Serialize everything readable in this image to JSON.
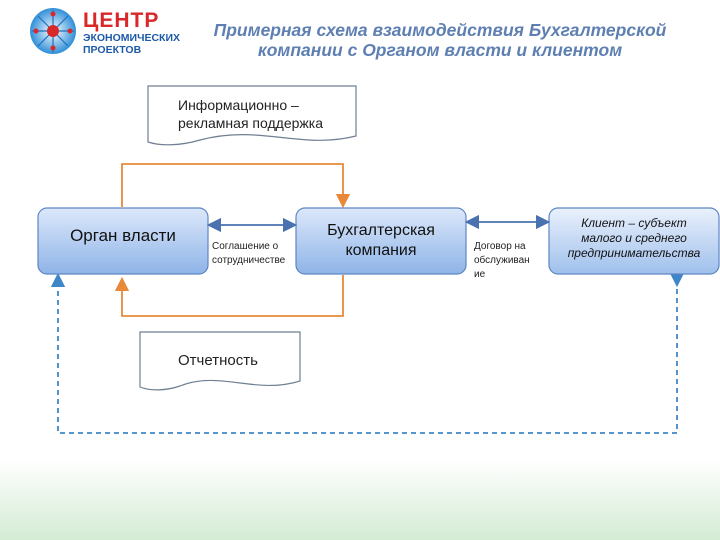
{
  "logo": {
    "word": "ЦЕНТР",
    "sub_line1": "ЭКОНОМИЧЕСКИХ",
    "sub_line2": "ПРОЕКТОВ"
  },
  "title": {
    "line1": "Примерная схема взаимодействия Бухгалтерской",
    "line2": "компании с Органом власти и клиентом"
  },
  "documents": {
    "info_support_line1": "Информационно –",
    "info_support_line2": "рекламная поддержка",
    "reporting": "Отчетность"
  },
  "boxes": {
    "authority": "Орган власти",
    "company_line1": "Бухгалтерская",
    "company_line2": "компания",
    "client_line1": "Клиент – субъект",
    "client_line2": "малого и среднего",
    "client_line3": "предпринимательства"
  },
  "links": {
    "agreement_line1": "Соглашение о",
    "agreement_line2": "сотрудничестве",
    "contract_line1": "Договор на",
    "contract_line2": "обслуживан",
    "contract_line3": "ие"
  },
  "colors": {
    "box_top": "#dce8fa",
    "box_bottom": "#8fb4e8",
    "box_border": "#5d86c4",
    "orange_arrow": "#e8893a",
    "blue_arrow": "#4a72b0",
    "dashed_line": "#3f86c8",
    "title": "#5e7fb2"
  }
}
